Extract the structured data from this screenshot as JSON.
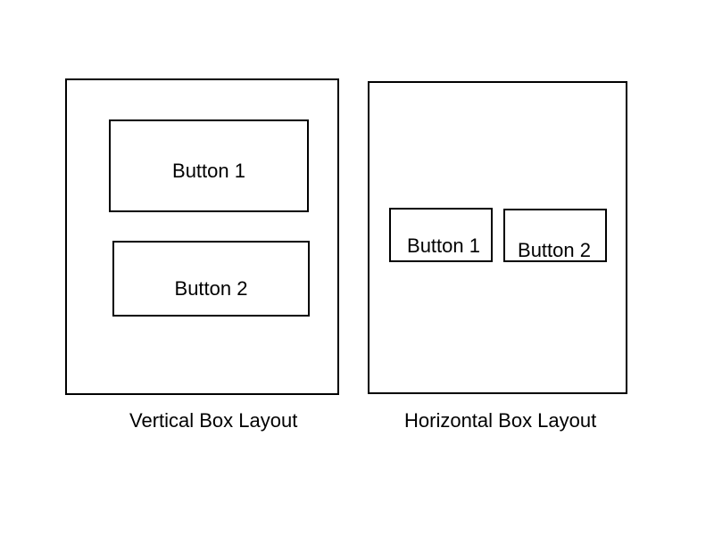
{
  "vertical_layout": {
    "buttons": [
      {
        "label": "Button 1"
      },
      {
        "label": "Button 2"
      }
    ],
    "caption": "Vertical Box Layout"
  },
  "horizontal_layout": {
    "buttons": [
      {
        "label": "Button 1"
      },
      {
        "label": "Button 2"
      }
    ],
    "caption": "Horizontal Box Layout"
  },
  "colors": {
    "background": "#ffffff",
    "stroke": "#000000",
    "text": "#000000"
  }
}
